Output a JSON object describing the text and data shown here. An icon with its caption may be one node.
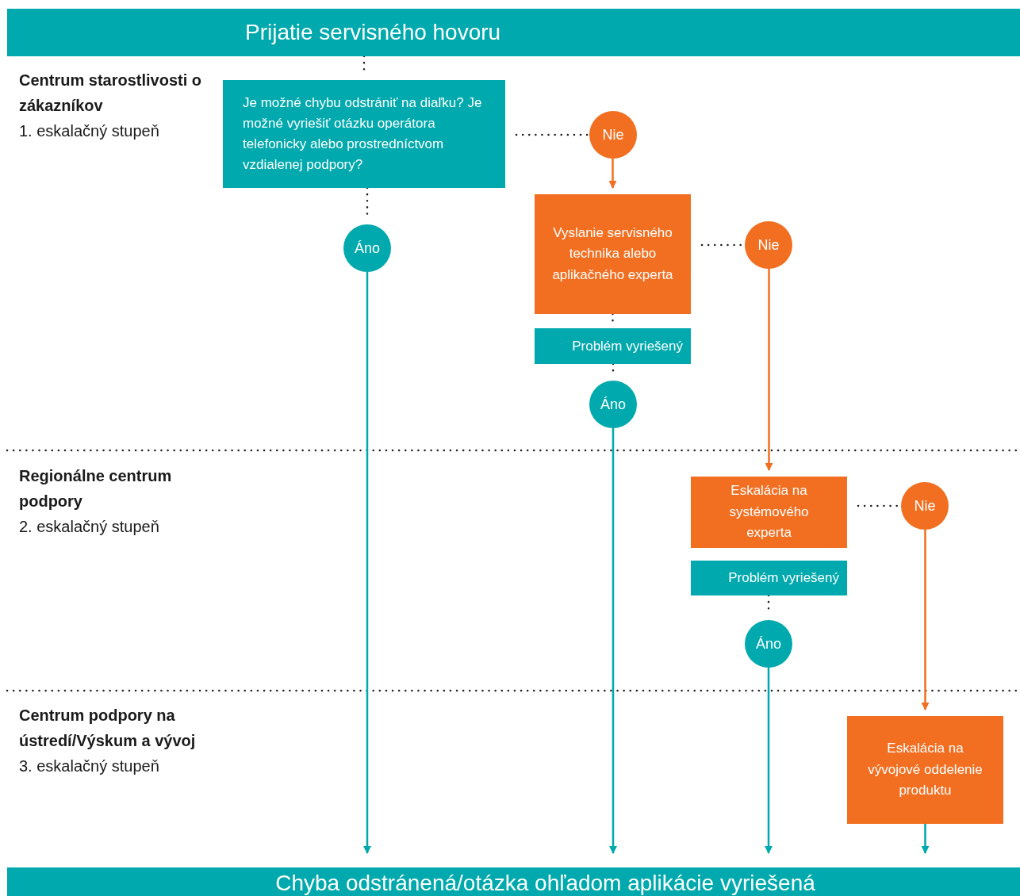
{
  "diagram": {
    "nodes": [
      {
        "text": [
          "Prijatie servisného hovoru"
        ]
      },
      {
        "text": [
          "Je možné chybu odstrániť na diaľku? Je možné vyriešiť otázku operátora telefonicky alebo prostredníctvom vzdialenej podpory?"
        ]
      },
      {
        "text": [
          "Nie"
        ]
      },
      {
        "text": [
          "Áno"
        ]
      },
      {
        "text": [
          "Vyslanie servisného technika alebo aplikačného experta"
        ]
      },
      {
        "text": [
          "Problém vyriešený"
        ]
      },
      {
        "text": [
          "Nie"
        ]
      },
      {
        "text": [
          "Áno"
        ]
      },
      {
        "text": [
          "Eskalácia na systémového experta"
        ]
      },
      {
        "text": [
          "Problém vyriešený"
        ]
      },
      {
        "text": [
          "Nie"
        ]
      },
      {
        "text": [
          "Áno"
        ]
      },
      {
        "text": [
          "Eskalácia na vývojové oddelenie produktu"
        ]
      },
      {
        "text": [
          "Chyba odstránená/otázka ohľadom aplikácie vyriešená"
        ]
      }
    ],
    "edges": [
      {
        "from": 0,
        "to": 1,
        "arrow": "none",
        "style": "dashed"
      },
      {
        "from": 1,
        "to": 2,
        "arrow": "none",
        "style": "dashed"
      },
      {
        "from": 1,
        "to": 3,
        "arrow": "none",
        "style": "dashed"
      },
      {
        "from": 2,
        "to": 4,
        "arrow": "to",
        "color": "#f26f21"
      },
      {
        "from": 4,
        "to": 5,
        "arrow": "none",
        "style": "dashed"
      },
      {
        "from": 4,
        "to": 6,
        "arrow": "none",
        "style": "dashed"
      },
      {
        "from": 5,
        "to": 7,
        "arrow": "none",
        "style": "dashed"
      },
      {
        "from": 6,
        "to": 8,
        "arrow": "to",
        "color": "#f26f21"
      },
      {
        "from": 8,
        "to": 10,
        "arrow": "none",
        "style": "dashed"
      },
      {
        "from": 9,
        "to": 11,
        "arrow": "none",
        "style": "dashed"
      },
      {
        "from": 10,
        "to": 12,
        "arrow": "to",
        "color": "#f26f21"
      },
      {
        "from": 3,
        "to": 13,
        "arrow": "to",
        "color": "#00a9ad"
      },
      {
        "from": 7,
        "to": 13,
        "arrow": "to",
        "color": "#00a9ad"
      },
      {
        "from": 11,
        "to": 13,
        "arrow": "to",
        "color": "#00a9ad"
      },
      {
        "from": 12,
        "to": 13,
        "arrow": "to",
        "color": "#00a9ad"
      }
    ],
    "labels": [
      "Centrum starostlivosti o zákazníkov",
      "1. eskalačný stupeň",
      "Regionálne centrum podpory",
      "2. eskalačný stupeň",
      "Centrum podpory na ústredí/Výskum a vývoj",
      "3. eskalačný stupeň"
    ]
  }
}
